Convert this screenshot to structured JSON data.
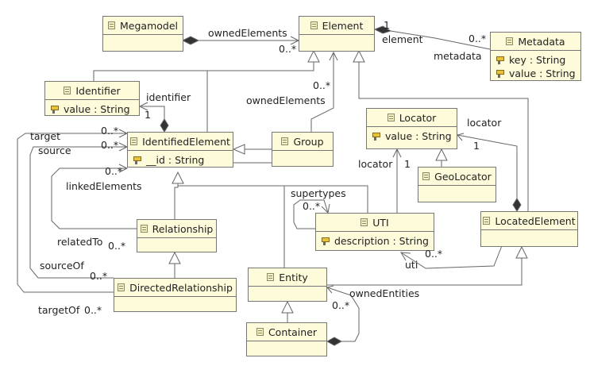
{
  "classes": {
    "megamodel": {
      "name": "Megamodel"
    },
    "element": {
      "name": "Element"
    },
    "metadata": {
      "name": "Metadata",
      "attrs": [
        "key : String",
        "value : String"
      ]
    },
    "identifier": {
      "name": "Identifier",
      "attrs": [
        "value : String"
      ]
    },
    "identified_element": {
      "name": "IdentifiedElement",
      "attrs": [
        "__id : String"
      ]
    },
    "group": {
      "name": "Group"
    },
    "locator": {
      "name": "Locator",
      "attrs": [
        "value : String"
      ]
    },
    "geolocator": {
      "name": "GeoLocator"
    },
    "relationship": {
      "name": "Relationship"
    },
    "uti": {
      "name": "UTI",
      "attrs": [
        "description : String"
      ]
    },
    "located_element": {
      "name": "LocatedElement"
    },
    "directed_relationship": {
      "name": "DirectedRelationship"
    },
    "entity": {
      "name": "Entity"
    },
    "container": {
      "name": "Container"
    }
  },
  "labels": {
    "owned_elements_1": "ownedElements",
    "mult_0n_1": "0..*",
    "mult_1_a": "1",
    "element": "element",
    "mult_0n_2": "0..*",
    "metadata": "metadata",
    "identifier": "identifier",
    "mult_1_b": "1",
    "mult_0n_3": "0..*",
    "owned_elements_2": "ownedElements",
    "target": "target",
    "mult_0n_4": "0..*",
    "source": "source",
    "mult_0n_5": "0..*",
    "mult_0n_6": "0..*",
    "linked_elements": "linkedElements",
    "locator": "locator",
    "mult_1_c": "1",
    "locator_left": "locator",
    "mult_1_d": "1",
    "supertypes": "supertypes",
    "mult_0n_7": "0..*",
    "related_to": "relatedTo",
    "mult_0n_8": "0..*",
    "mult_0n_9": "0..*",
    "uti": "uti",
    "source_of": "sourceOf",
    "mult_0n_10": "0..*",
    "owned_entities": "ownedEntities",
    "mult_0n_11": "0..*",
    "target_of": "targetOf",
    "mult_0n_12": "0..*"
  }
}
